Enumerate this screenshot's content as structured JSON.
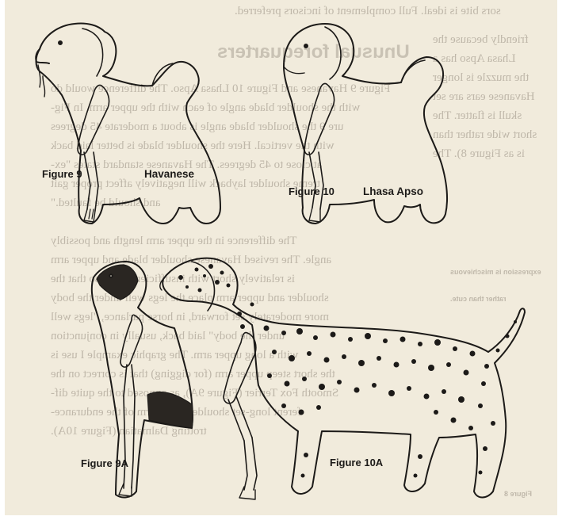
{
  "figures": [
    {
      "id": "9",
      "caption": "Figure 9",
      "breed": "Havanese"
    },
    {
      "id": "10",
      "caption": "Figure 10",
      "breed": "Lhasa Apso"
    },
    {
      "id": "9A",
      "caption": "Figure 9A",
      "breed": ""
    },
    {
      "id": "10A",
      "caption": "Figure 10A",
      "breed": ""
    }
  ],
  "colors": {
    "paper": "#f1ebdc",
    "ink": "#1c1a18",
    "bleed_text": "#8a7f70"
  }
}
